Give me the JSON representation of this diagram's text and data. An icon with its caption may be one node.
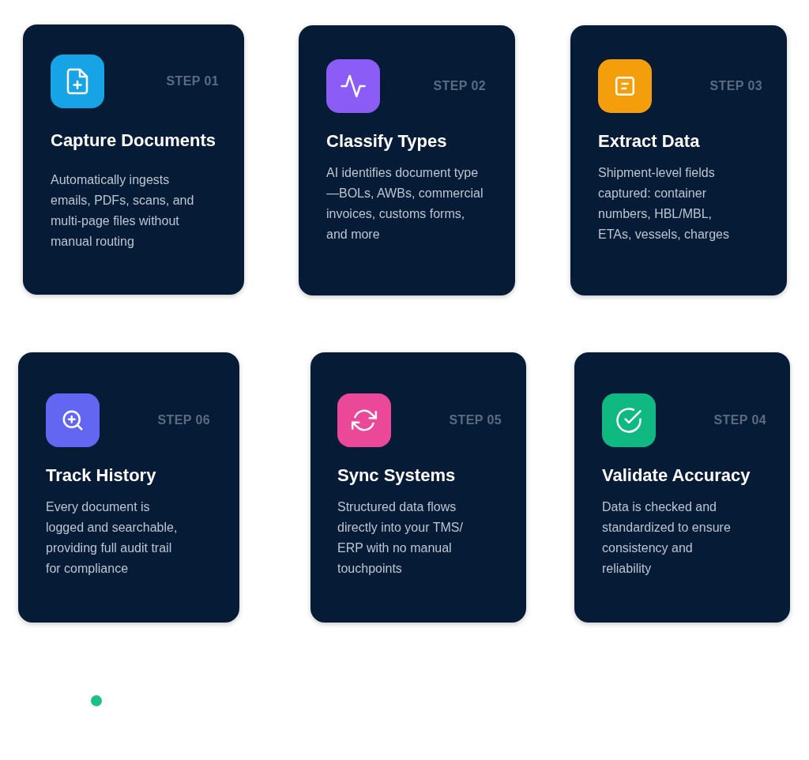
{
  "diagram": {
    "nodes": [
      {
        "text": [
          "STEP 01",
          "Capture Documents",
          "Automatically ingests emails, PDFs, scans, and multi-page files without manual routing"
        ]
      },
      {
        "text": [
          "STEP 02",
          "Classify Types",
          "AI identifies document type—BOLs, AWBs, commercial invoices, customs forms, and more"
        ]
      },
      {
        "text": [
          "STEP 03",
          "Extract Data",
          "Shipment-level fields captured: container numbers, HBL/MBL, ETAs, vessels, charges"
        ]
      },
      {
        "text": [
          "STEP 06",
          "Track History",
          "Every document is logged and searchable, providing full audit trail for compliance"
        ]
      },
      {
        "text": [
          "STEP 05",
          "Sync Systems",
          "Structured data flows directly into your TMS/ERP with no manual touchpoints"
        ]
      },
      {
        "text": [
          "STEP 04",
          "Validate Accuracy",
          "Data is checked and standardized to ensure consistency and reliability"
        ]
      }
    ]
  }
}
